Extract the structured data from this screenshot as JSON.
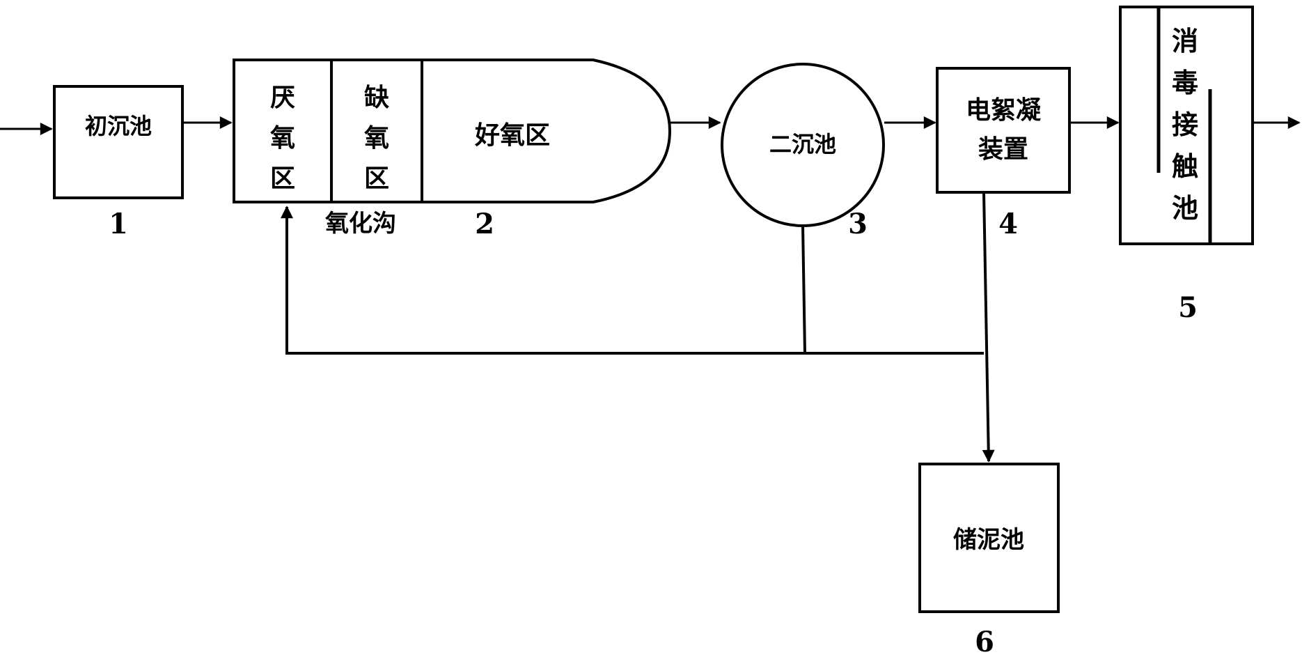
{
  "nodes": {
    "primary_tank": {
      "label": "初沉池",
      "number": "1"
    },
    "oxidation_ditch": {
      "label": "氧化沟",
      "number": "2",
      "anaerobic_zone": [
        "厌",
        "氧",
        "区"
      ],
      "anoxic_zone": [
        "缺",
        "氧",
        "区"
      ],
      "aerobic_zone": "好氧区"
    },
    "secondary_clarifier": {
      "label": "二沉池",
      "number": "3"
    },
    "electroflocculation": {
      "label_line1": "电絮凝",
      "label_line2": "装置",
      "number": "4"
    },
    "disinfection_tank": {
      "label_chars": [
        "消",
        "毒",
        "接",
        "触",
        "池"
      ],
      "number": "5"
    },
    "sludge_tank": {
      "label": "储泥池",
      "number": "6"
    }
  },
  "colors": {
    "stroke": "#000000",
    "background": "#ffffff"
  }
}
